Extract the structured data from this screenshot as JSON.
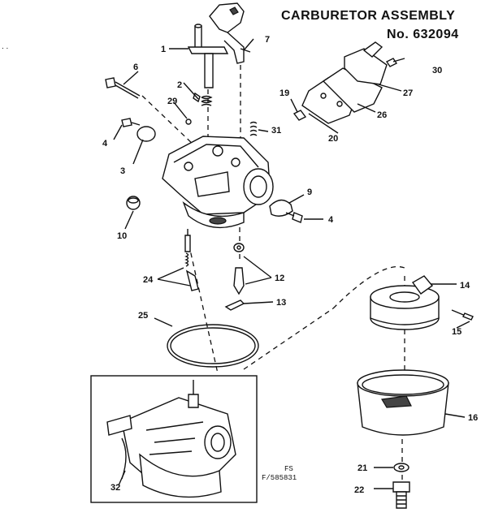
{
  "header": {
    "title": "CARBURETOR ASSEMBLY",
    "model": "No. 632094"
  },
  "stray_mark": ". .",
  "footer": {
    "code_line_1": "FS",
    "code_line_2": "F/585831"
  },
  "callouts": [
    {
      "id": "1",
      "label": "1"
    },
    {
      "id": "2",
      "label": "2"
    },
    {
      "id": "3",
      "label": "3"
    },
    {
      "id": "4a",
      "label": "4"
    },
    {
      "id": "4b",
      "label": "4"
    },
    {
      "id": "6",
      "label": "6"
    },
    {
      "id": "7",
      "label": "7"
    },
    {
      "id": "9",
      "label": "9"
    },
    {
      "id": "10",
      "label": "10"
    },
    {
      "id": "12",
      "label": "12"
    },
    {
      "id": "13",
      "label": "13"
    },
    {
      "id": "14",
      "label": "14"
    },
    {
      "id": "15",
      "label": "15"
    },
    {
      "id": "16",
      "label": "16"
    },
    {
      "id": "19",
      "label": "19"
    },
    {
      "id": "20",
      "label": "20"
    },
    {
      "id": "21",
      "label": "21"
    },
    {
      "id": "22",
      "label": "22"
    },
    {
      "id": "24",
      "label": "24"
    },
    {
      "id": "25",
      "label": "25"
    },
    {
      "id": "26",
      "label": "26"
    },
    {
      "id": "27",
      "label": "27"
    },
    {
      "id": "29",
      "label": "29"
    },
    {
      "id": "30",
      "label": "30"
    },
    {
      "id": "31",
      "label": "31"
    },
    {
      "id": "32",
      "label": "32"
    }
  ]
}
